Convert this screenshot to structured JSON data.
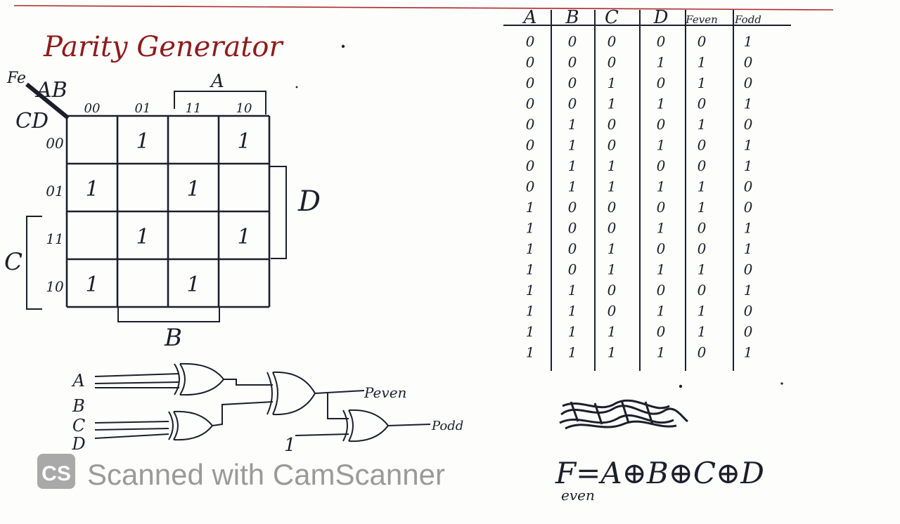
{
  "title": "Parity Generator",
  "kmap": {
    "corner_top": "Fe",
    "corner_ab": "AB",
    "corner_cd": "CD",
    "col_labels": [
      "00",
      "01",
      "11",
      "10"
    ],
    "row_labels": [
      "00",
      "01",
      "11",
      "10"
    ],
    "ones": [
      [
        0,
        1
      ],
      [
        0,
        3
      ],
      [
        1,
        0
      ],
      [
        1,
        2
      ],
      [
        2,
        1
      ],
      [
        2,
        3
      ],
      [
        3,
        0
      ],
      [
        3,
        2
      ]
    ],
    "one_text": "1",
    "group_a": "A",
    "group_b": "B",
    "group_c": "C",
    "group_d": "D"
  },
  "truth_table": {
    "headers": [
      "A",
      "B",
      "C",
      "D",
      "Feven",
      "Fodd"
    ],
    "rows": [
      [
        "0",
        "0",
        "0",
        "0",
        "0",
        "1"
      ],
      [
        "0",
        "0",
        "0",
        "1",
        "1",
        "0"
      ],
      [
        "0",
        "0",
        "1",
        "0",
        "1",
        "0"
      ],
      [
        "0",
        "0",
        "1",
        "1",
        "0",
        "1"
      ],
      [
        "0",
        "1",
        "0",
        "0",
        "1",
        "0"
      ],
      [
        "0",
        "1",
        "0",
        "1",
        "0",
        "1"
      ],
      [
        "0",
        "1",
        "1",
        "0",
        "0",
        "1"
      ],
      [
        "0",
        "1",
        "1",
        "1",
        "1",
        "0"
      ],
      [
        "1",
        "0",
        "0",
        "0",
        "1",
        "0"
      ],
      [
        "1",
        "0",
        "0",
        "1",
        "0",
        "1"
      ],
      [
        "1",
        "0",
        "1",
        "0",
        "0",
        "1"
      ],
      [
        "1",
        "0",
        "1",
        "1",
        "1",
        "0"
      ],
      [
        "1",
        "1",
        "0",
        "0",
        "0",
        "1"
      ],
      [
        "1",
        "1",
        "0",
        "1",
        "1",
        "0"
      ],
      [
        "1",
        "1",
        "1",
        "0",
        "1",
        "0"
      ],
      [
        "1",
        "1",
        "1",
        "1",
        "0",
        "1"
      ]
    ]
  },
  "circuit": {
    "inputs": [
      "A",
      "B",
      "C",
      "D"
    ],
    "const_input": "1",
    "out_even": "Peven",
    "out_odd": "Podd"
  },
  "equation": {
    "main": "F=A⊕B⊕C⊕D",
    "subscript": "even"
  },
  "watermark": {
    "badge": "CS",
    "text": "Scanned with CamScanner"
  },
  "colors": {
    "ink": "#1c1f2a",
    "red_ink": "#8e1b1b",
    "watermark": "#9a9a9a"
  }
}
